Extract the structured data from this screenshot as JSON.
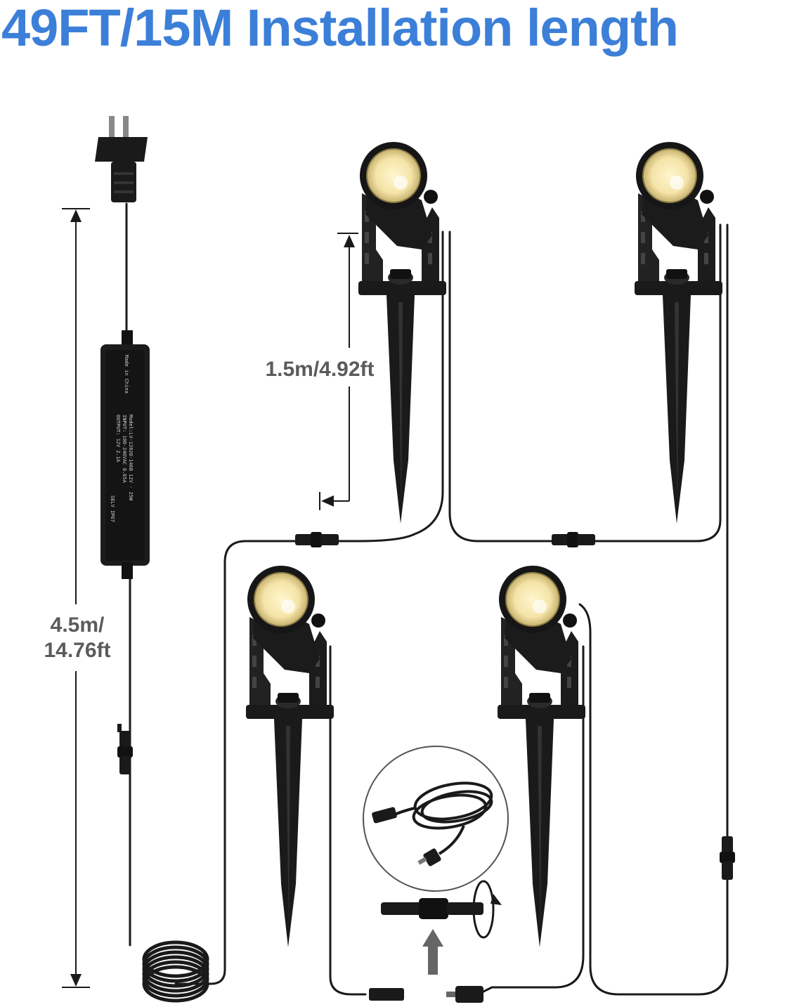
{
  "headline": "49FT/15M Installation length",
  "dimensions": {
    "main_cable_line1": "4.5m/",
    "main_cable_line2": "14.76ft",
    "spike_cable": "1.5m/4.92ft"
  },
  "power_supply": {
    "label_model": "Model:LV-12020-146B 12V - 25W",
    "label_input": "INPUT: 100-240VAC 0.65A",
    "label_output": "OUTPUT: 12V 2.1A",
    "label_rating": "SELV IP67",
    "label_origin": "Made in China"
  },
  "colors": {
    "headline": "#3c7fd8",
    "dimension_text": "#5b5b5b",
    "product_black": "#1a1a1a",
    "led_warm": "#f5e4a8"
  },
  "icons": [
    "plug-icon",
    "spotlight-icon",
    "connector-icon",
    "coiled-cable-icon",
    "rotate-arrow-icon",
    "up-arrow-icon"
  ]
}
